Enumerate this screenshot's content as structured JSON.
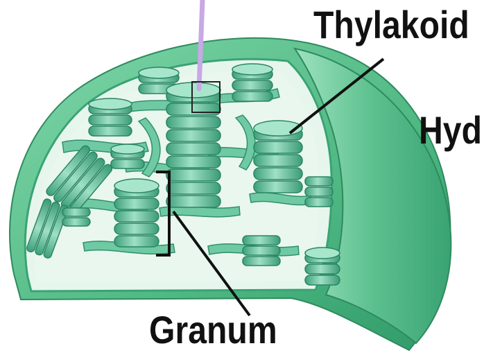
{
  "labels": {
    "thylakoid": "Thylakoid",
    "hyd": "Hyd",
    "granum": "Granum"
  },
  "colors": {
    "outer_membrane": "#58c08c",
    "outer_membrane_dark": "#2f9a68",
    "stroma": "#eaf7ee",
    "thylakoid": "#5fc49d",
    "thylakoid_light": "#a8e6cc",
    "thylakoid_dark": "#2f8f6c",
    "pointer": "#111111",
    "probe": "#c9a8e6"
  },
  "icons": {
    "chloroplast": "chloroplast-illustration"
  }
}
